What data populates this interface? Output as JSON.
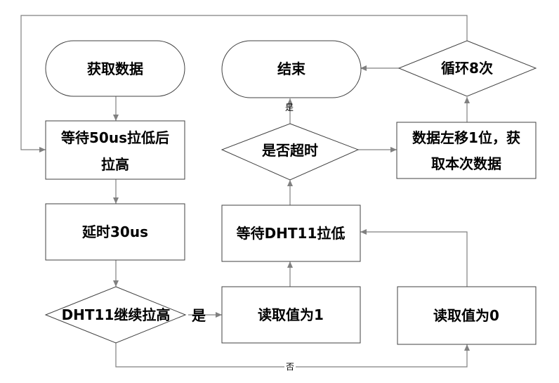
{
  "nodes": {
    "get_data": "获取数据",
    "end": "结束",
    "loop8": "循环8次",
    "wait50_l1": "等待50us拉低后",
    "wait50_l2": "拉高",
    "timeout": "是否超时",
    "shift_l1": "数据左移1位，获",
    "shift_l2": "取本次数据",
    "delay30": "延时30us",
    "wait_dht_low": "等待DHT11拉低",
    "dht_high": "DHT11继续拉高",
    "read1": "读取值为1",
    "read0": "读取值为0"
  },
  "edges": {
    "yes_to_read1": "是",
    "yes_to_end": "是",
    "no_to_read0": "否"
  },
  "colors": {
    "stroke": "#404040",
    "connector": "#808080",
    "fill": "#ffffff",
    "text": "#000000"
  }
}
